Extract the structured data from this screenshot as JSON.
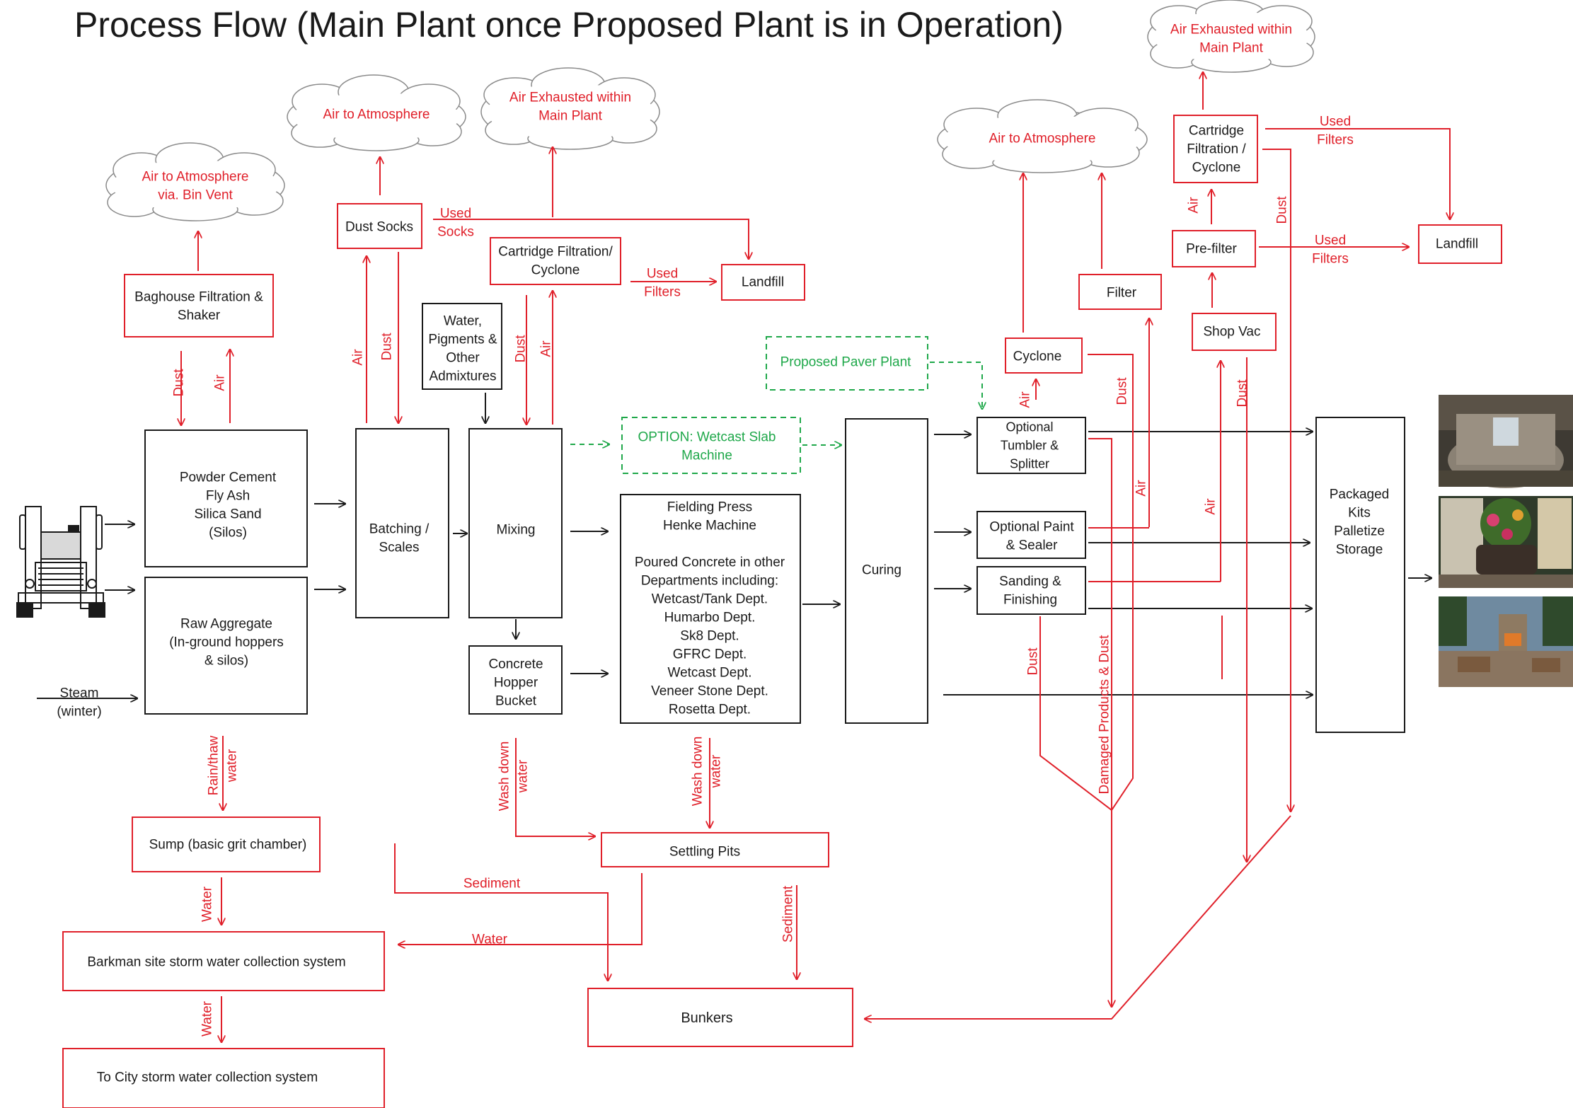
{
  "title": "Process Flow (Main Plant once Proposed Plant is in Operation)",
  "colors": {
    "black": "#1a1a1a",
    "red": "#e0202a",
    "green": "#1fa84a"
  },
  "clouds": {
    "bin_vent": [
      "Air to Atmosphere",
      "via. Bin Vent"
    ],
    "atm1": [
      "Air to Atmosphere"
    ],
    "exhausted1": [
      "Air Exhausted within",
      "Main Plant"
    ],
    "atm2": [
      "Air to Atmosphere"
    ],
    "exhausted2": [
      "Air Exhausted within",
      "Main Plant"
    ]
  },
  "boxes": {
    "baghouse": [
      "Baghouse Filtration &",
      "Shaker"
    ],
    "dust_socks": [
      "Dust Socks"
    ],
    "cartridge1": [
      "Cartridge Filtration/",
      "Cyclone"
    ],
    "landfill1": [
      "Landfill"
    ],
    "water_pigments": [
      "Water,",
      "Pigments &",
      "Other",
      "Admixtures"
    ],
    "silos": [
      "Powder Cement",
      "Fly Ash",
      "Silica Sand",
      "(Silos)"
    ],
    "aggregate": [
      "Raw Aggregate",
      "(In-ground hoppers",
      "& silos)"
    ],
    "batching": [
      "Batching /",
      "Scales"
    ],
    "mixing": [
      "Mixing"
    ],
    "hopper": [
      "Concrete",
      "Hopper",
      "Bucket"
    ],
    "wetcast_option": [
      "OPTION: Wetcast Slab",
      "Machine"
    ],
    "fielding": [
      "Fielding Press",
      "Henke Machine",
      "",
      "Poured Concrete in other",
      "Departments including:",
      "Wetcast/Tank Dept.",
      "Humarbo Dept.",
      "Sk8 Dept.",
      "GFRC Dept.",
      "Wetcast Dept.",
      "Veneer Stone Dept.",
      "Rosetta Dept."
    ],
    "paver_plant": [
      "Proposed Paver Plant"
    ],
    "curing": [
      "Curing"
    ],
    "cyclone": [
      "Cyclone"
    ],
    "filter": [
      "Filter"
    ],
    "cartridge2": [
      "Cartridge",
      "Filtration /",
      "Cyclone"
    ],
    "prefilter": [
      "Pre-filter"
    ],
    "shopvac": [
      "Shop Vac"
    ],
    "landfill2": [
      "Landfill"
    ],
    "tumbler": [
      "Optional",
      "Tumbler &",
      "Splitter"
    ],
    "paint": [
      "Optional Paint",
      "& Sealer"
    ],
    "sanding": [
      "Sanding &",
      "Finishing"
    ],
    "packaged": [
      "Packaged",
      "Kits",
      "Palletize",
      "Storage"
    ],
    "sump": [
      "Sump (basic grit chamber)"
    ],
    "settling": [
      "Settling Pits"
    ],
    "storm1": [
      "Barkman site storm water collection system"
    ],
    "storm2": [
      "To City storm water collection system"
    ],
    "bunkers": [
      "Bunkers"
    ]
  },
  "labels": {
    "steam": [
      "Steam",
      "(winter)"
    ],
    "used_socks": [
      "Used",
      "Socks"
    ],
    "used_filters1": [
      "Used",
      "Filters"
    ],
    "used_filters2": [
      "Used",
      "Filters"
    ],
    "used_filters3": [
      "Used",
      "Filters"
    ],
    "sediment1": "Sediment",
    "sediment2": "Sediment",
    "water_h": "Water",
    "dust": "Dust",
    "air": "Air",
    "rain_thaw": [
      "Rain/thaw",
      "water"
    ],
    "wash_down": [
      "Wash down",
      "water"
    ],
    "water_v": "Water",
    "damaged": "Damaged Products & Dust"
  }
}
